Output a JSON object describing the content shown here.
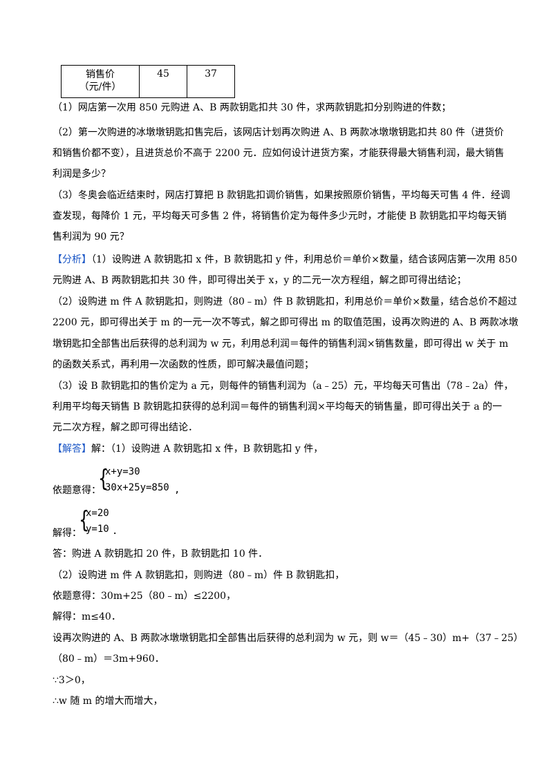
{
  "table": {
    "header_line1": "销售价",
    "header_line2": "（元/件）",
    "a_price": "45",
    "b_price": "37"
  },
  "q1": "（1）网店第一次用 850 元购进 A、B 两款钥匙扣共 30 件，求两款钥匙扣分别购进的件数；",
  "q2": {
    "l1": "（2）第一次购进的冰墩墩钥匙扣售完后，该网店计划再次购进 A、B 两款冰墩墩钥匙扣共 80 件（进货价",
    "l2": "和销售价都不变），且进货总价不高于 2200 元．应如何设计进货方案，才能获得最大销售利润，最大销售",
    "l3": "利润是多少？"
  },
  "q3": {
    "l1": "（3）冬奥会临近结束时，网店打算把 B 款钥匙扣调价销售，如果按照原价销售，平均每天可售 4 件．经调",
    "l2": "查发现，每降价 1 元，平均每天可多售 2 件，将销售价定为每件多少元时，才能使 B 款钥匙扣平均每天销",
    "l3": "售利润为 90 元？"
  },
  "analysis": {
    "tag": "【分析】",
    "p1_l1": "（1）设购进 A 款钥匙扣 x 件，B 款钥匙扣 y 件，利用总价＝单价×数量，结合该网店第一次用 850",
    "p1_l2": "元购进 A、B 两款钥匙扣共 30 件，即可得出关于 x，y 的二元一次方程组，解之即可得出结论；",
    "p2_l1": "（2）设购进 m 件 A 款钥匙扣，则购进（80﹣m）件 B 款钥匙扣，利用总价＝单价×数量，结合总价不超过",
    "p2_l2": "2200 元，即可得出关于 m 的一元一次不等式，解之即可得出 m 的取值范围，设再次购进的 A、B 两款冰墩",
    "p2_l3": "墩钥匙扣全部售出后获得的总利润为 w 元，利用总利润＝每件的销售利润×销售数量，即可得出 w 关于 m",
    "p2_l4": "的函数关系式，再利用一次函数的性质，即可解决最值问题；",
    "p3_l1": "（3）设 B 款钥匙扣的售价定为 a 元，则每件的销售利润为（a﹣25）元，平均每天可售出（78﹣2a）件，",
    "p3_l2": "利用平均每天销售 B 款钥匙扣获得的总利润＝每件的销售利润×平均每天的销售量，即可得出关于 a 的一",
    "p3_l3": "元二次方程，解之即可得出结论．"
  },
  "solution": {
    "tag": "【解答】",
    "s1": "解：（1）设购进 A 款钥匙扣 x 件，B 款钥匙扣 y 件，",
    "yiti": "依题意得：",
    "eq1a": "x+y=30",
    "eq1b": "30x+25y=850",
    "jiede": "解得：",
    "eq2a": "x=20",
    "eq2b": "y=10",
    "comma": ",",
    "period": ".",
    "ans1": "答：购进 A 款钥匙扣 20 件，B 款钥匙扣 10 件．",
    "s2": "（2）设购进 m 件 A 款钥匙扣，则购进（80﹣m）件 B 款钥匙扣，",
    "ineq": "依题意得：30m+25（80﹣m）≤2200，",
    "sol": "解得：m≤40．",
    "w1": "设再次购进的 A、B 两款冰墩墩钥匙扣全部售出后获得的总利润为 w 元，则 w＝（45﹣30）m+（37﹣25）",
    "w2": "（80﹣m）＝3m+960．",
    "because": "∵3＞0，",
    "therefore": "∴w 随 m 的增大而增大，"
  }
}
